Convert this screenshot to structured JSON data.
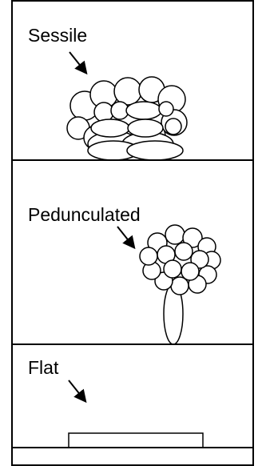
{
  "panels": [
    {
      "id": "sessile",
      "label": "Sessile"
    },
    {
      "id": "pedunculated",
      "label": "Pedunculated"
    },
    {
      "id": "flat",
      "label": "Flat"
    }
  ],
  "colors": {
    "stroke": "#000000",
    "fill": "#ffffff",
    "background": "#ffffff"
  }
}
